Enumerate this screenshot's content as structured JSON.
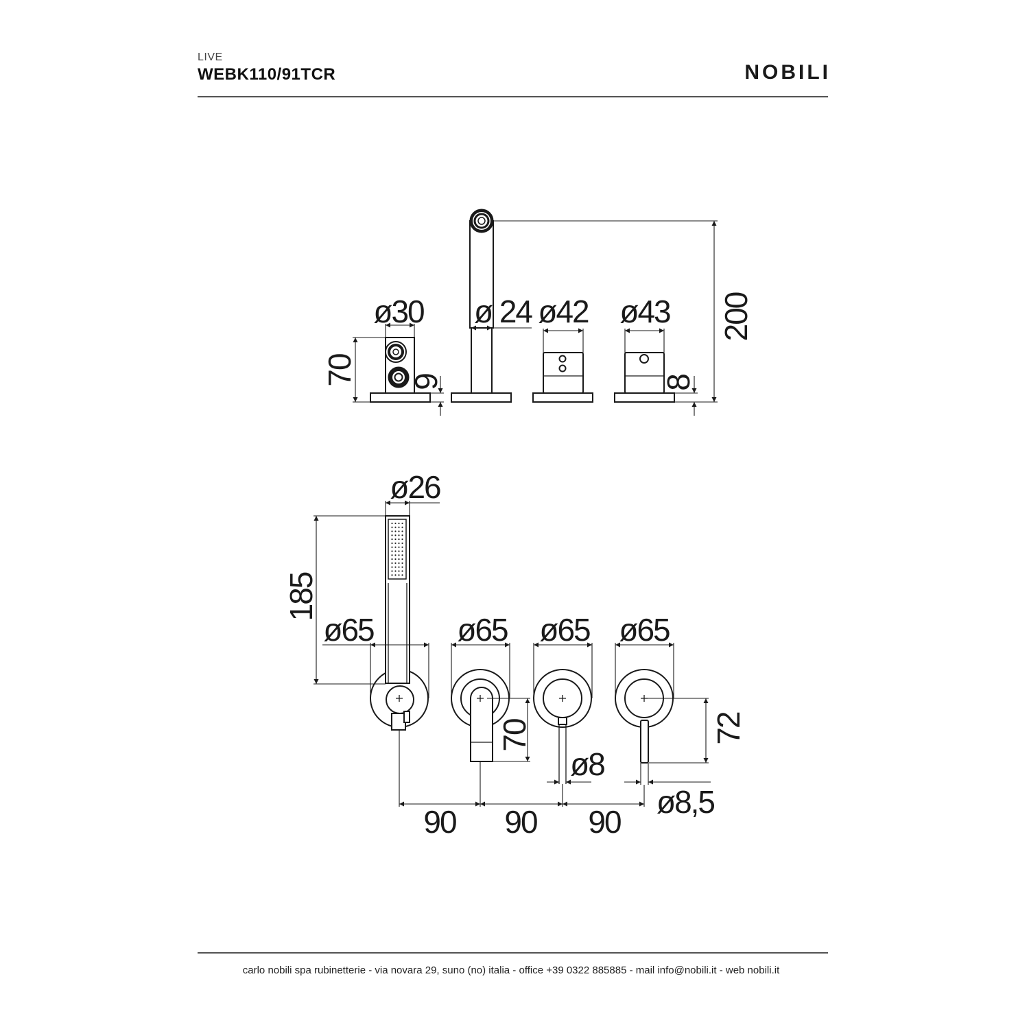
{
  "header": {
    "collection": "LIVE",
    "model": "WEBK110/91TCR",
    "brand": "NOBILI"
  },
  "side_view": {
    "holder_diameter": "ø30",
    "spout_diameter": "ø 24",
    "fixture3_diameter": "ø42",
    "fixture4_diameter": "ø43",
    "spout_height": "200",
    "holder_height": "70",
    "holder_base_height": "9",
    "fixture4_base_height": "8"
  },
  "front_view": {
    "handshower_diameter": "ø26",
    "handshower_length": "185",
    "rosettes": [
      "ø65",
      "ø65",
      "ø65",
      "ø65"
    ],
    "spout_length": "70",
    "lever_length": "72",
    "fixture3_lever_diameter": "ø8",
    "fixture4_lever_diameter": "ø8,5",
    "spacings": [
      "90",
      "90",
      "90"
    ]
  },
  "footer": {
    "contact": "carlo nobili spa rubinetterie - via novara 29, suno (no) italia - office +39 0322 885885 - mail info@nobili.it - web nobili.it"
  },
  "colors": {
    "ink": "#1a1a1a",
    "paper": "#ffffff"
  }
}
